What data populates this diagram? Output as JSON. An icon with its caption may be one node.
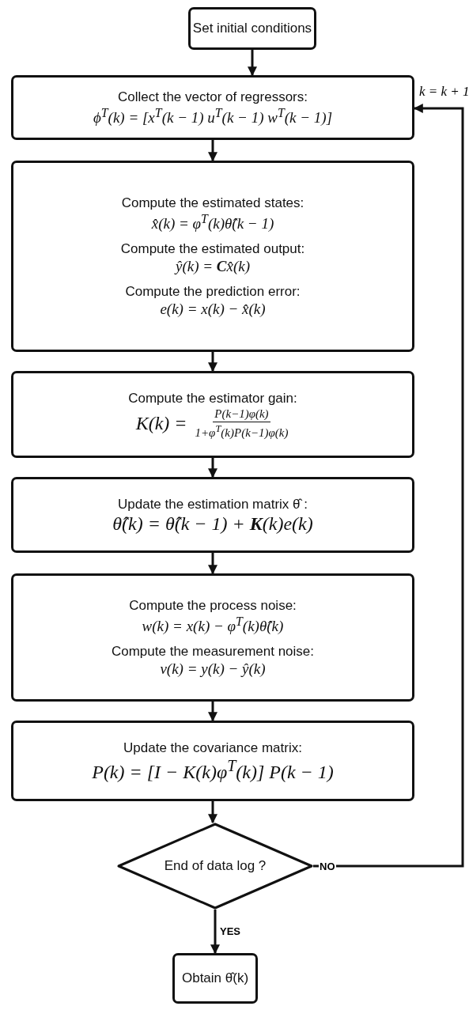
{
  "diagram": {
    "nodes": [
      {
        "text": [
          "Set initial conditions"
        ]
      },
      {
        "text": [
          "Collect the vector of regressors:",
          "ϕ$^{T}$(k) = [x$^{T}$(k − 1) u$^{T}$(k − 1)  w$^{T}$(k − 1)]"
        ]
      },
      {
        "text": [
          "Compute the estimated states:",
          "x̂(k) = φ$^{T}$(k)θ̂(k − 1)",
          "Compute the estimated output:",
          "ŷ(k) = **C**x̂(k)",
          "Compute the prediction error:",
          "e(k) = x(k) − x̂(k)"
        ]
      },
      {
        "text": [
          "Compute the estimator gain:",
          "K(k) =",
          "P(k−1)φ(k)",
          "1+φ$^{T}$(k)P(k−1)φ(k)"
        ]
      },
      {
        "text": [
          "Update the estimation matrix  θ̂ :",
          "θ̂(k) = θ̂(k − 1) + **K**(k)e(k)"
        ]
      },
      {
        "text": [
          "Compute the process noise:",
          "w(k) = x(k) − φ$^{T}$(k)θ̂(k)",
          "Compute the measurement noise:",
          "v(k) = y(k) − ŷ(k)"
        ]
      },
      {
        "text": [
          "Update the covariance matrix:",
          "P(k) = [I − K(k)φ$^{T}$(k)] P(k − 1)"
        ]
      },
      {
        "text": [
          "End of data log ?"
        ]
      },
      {
        "text": [
          "Obtain θ̂(k)"
        ]
      }
    ],
    "edges": [
      {
        "from": 0,
        "to": 1,
        "arrow": "to"
      },
      {
        "from": 1,
        "to": 2,
        "arrow": "to"
      },
      {
        "from": 2,
        "to": 3,
        "arrow": "to"
      },
      {
        "from": 3,
        "to": 4,
        "arrow": "to"
      },
      {
        "from": 4,
        "to": 5,
        "arrow": "to"
      },
      {
        "from": 5,
        "to": 6,
        "arrow": "to"
      },
      {
        "from": 6,
        "to": 7,
        "arrow": "to"
      },
      {
        "from": 7,
        "to": 8,
        "label": "YES",
        "arrow": "to"
      },
      {
        "from": 7,
        "to": 1,
        "label": "NO",
        "arrow": "to"
      }
    ],
    "labels": [
      "k = k + 1"
    ]
  }
}
